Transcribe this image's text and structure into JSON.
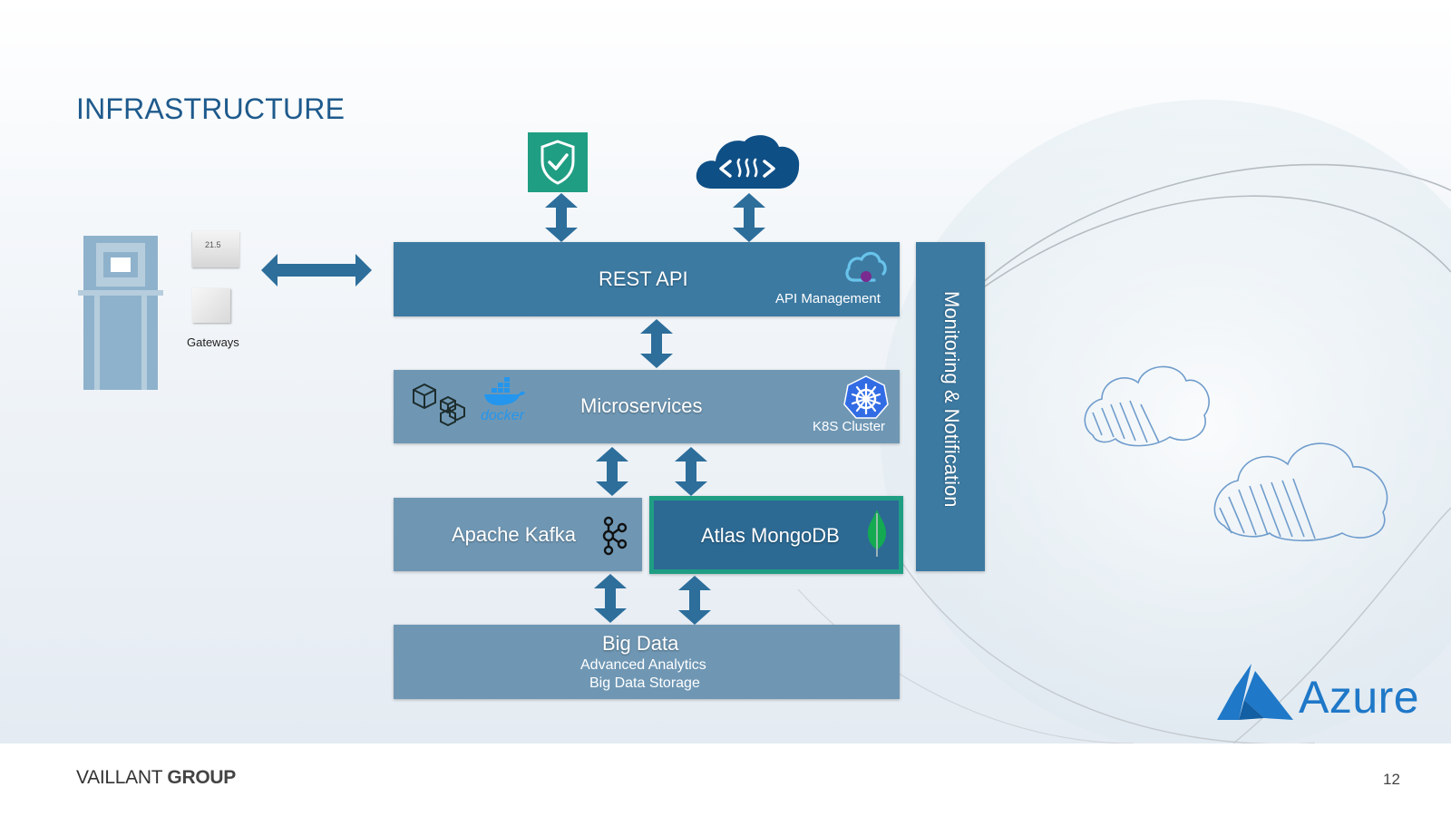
{
  "title": "INFRASTRUCTURE",
  "devices": {
    "gateways_label": "Gateways",
    "thermostat_display": "21.5"
  },
  "layers": {
    "rest_api": {
      "label": "REST API",
      "sublabel": "API Management"
    },
    "microservices": {
      "label": "Microservices",
      "sublabel": "K8S Cluster",
      "docker_label": "docker"
    },
    "kafka": {
      "label": "Apache Kafka"
    },
    "mongodb": {
      "label": "Atlas MongoDB"
    },
    "big_data": {
      "label": "Big Data",
      "line1": "Advanced Analytics",
      "line2": "Big Data Storage"
    },
    "monitoring": {
      "label": "Monitoring & Notification"
    }
  },
  "branding": {
    "azure": "Azure",
    "company_regular": "VAILLANT",
    "company_bold": "GROUP"
  },
  "page_number": "12",
  "colors": {
    "primary_box": "#3c7aa2",
    "secondary_box": "#6f97b4",
    "mongodb_box": "#2c6a94",
    "mongodb_border": "#1f9e83",
    "arrow": "#2d6e9b",
    "title": "#1e5a8c",
    "azure": "#1f78c8"
  },
  "icons": {
    "security": "shield-check-icon",
    "cloud_api": "cloud-code-icon",
    "api_management": "api-management-icon",
    "containers": "containers-icon",
    "docker": "docker-whale-icon",
    "kubernetes": "kubernetes-icon",
    "kafka": "kafka-icon",
    "mongodb": "mongodb-leaf-icon",
    "azure": "azure-logo-icon"
  }
}
